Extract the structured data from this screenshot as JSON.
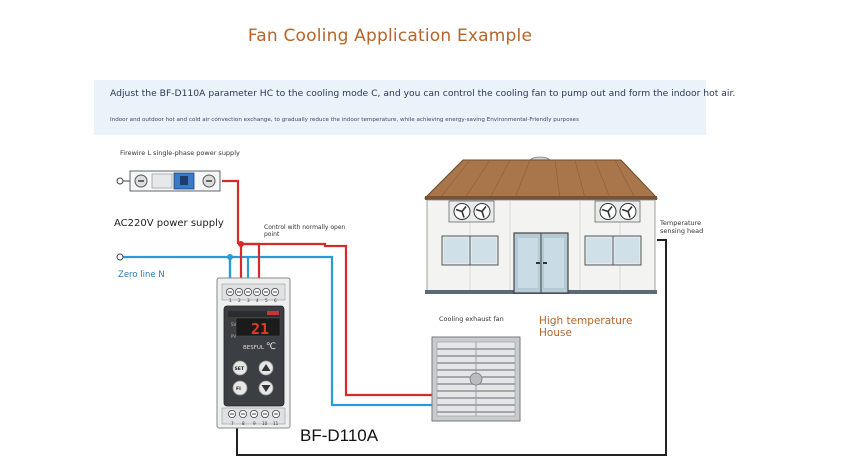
{
  "title": "Fan Cooling Application Example",
  "banner": {
    "line1": "Adjust the BF-D110A parameter HC to the cooling mode C, and you can control the cooling fan to pump out and form the indoor hot air.",
    "line2": "Indoor and outdoor hot and cold air convection exchange, to gradually reduce the indoor temperature, while achieving energy-saving Environmental-Friendly purposes"
  },
  "labels": {
    "firewire": "Firewire L single-phase power supply",
    "ac_power": "AC220V power supply",
    "zero_line": "Zero line N",
    "control": "Control with normally open point",
    "temp_sensor": "Temperature sensing head",
    "fan": "Cooling exhaust fan",
    "house": "High temperature House",
    "model": "BF-D110A"
  },
  "controller": {
    "display_value": "21",
    "unit": "℃",
    "brand": "BESFUL",
    "indicator_1": "SV",
    "indicator_2": "PV",
    "btn_set": "SET",
    "btn_fi": "FI",
    "top_terminals": [
      "1",
      "2",
      "3",
      "4",
      "5",
      "6"
    ],
    "bottom_terminals": [
      "7",
      "8",
      "9",
      "10",
      "11"
    ]
  },
  "colors": {
    "live_wire": "#d42a2a",
    "neutral_wire": "#2a9ad8",
    "sensor_wire": "#222222",
    "title": "#b5652a",
    "banner_bg": "#eaf2fa",
    "roof": "#a9764b"
  }
}
